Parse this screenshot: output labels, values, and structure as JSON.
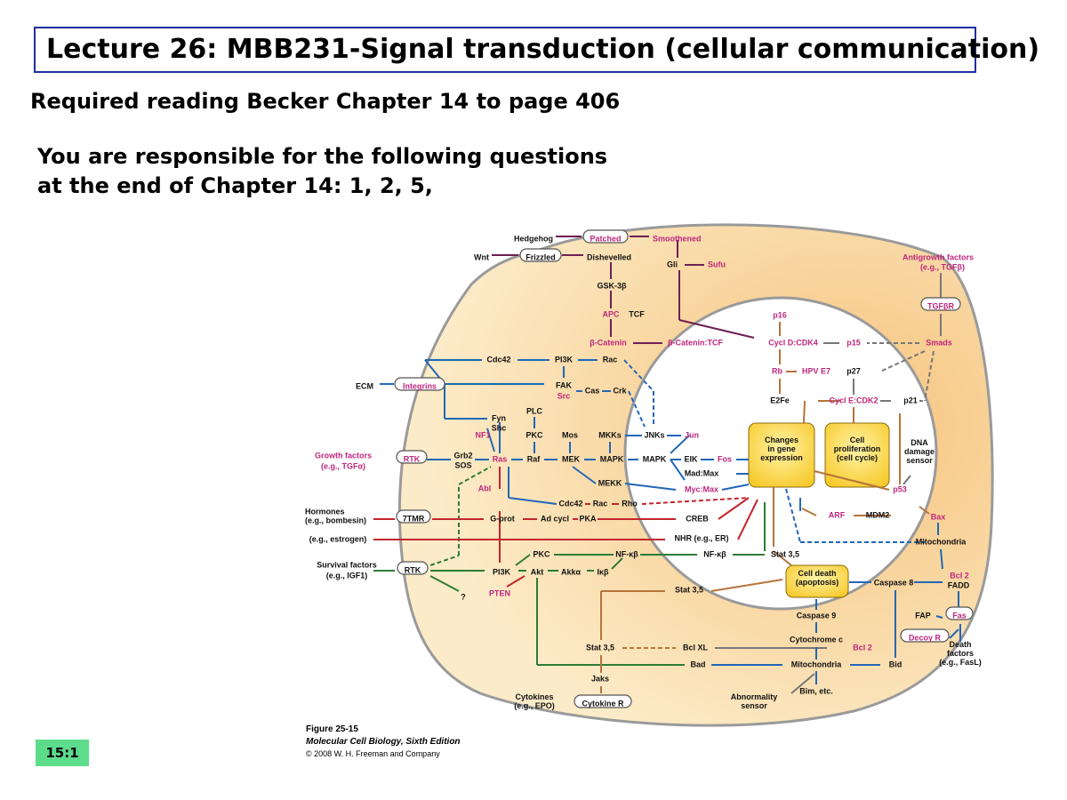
{
  "slide": {
    "title": "Lecture 26: MBB231-Signal transduction (cellular communication)",
    "reading": "Required reading Becker Chapter 14 to page 406",
    "responsible_line1": "You are responsible for the following questions",
    "responsible_line2": "at the end of Chapter 14: 1, 2, 5,",
    "slide_number": "15:1"
  },
  "figure": {
    "caption_title": "Figure 25-15",
    "caption_book": "Molecular Cell Biology, Sixth Edition",
    "caption_copyright": "© 2008 W. H. Freeman and Company",
    "colors": {
      "cell_fill": "#fbe7bf",
      "nucleus_fill": "#ffffff",
      "blue": "#2267b7",
      "red": "#c4262e",
      "green": "#2d7d34",
      "purple": "#6e1f54",
      "brown": "#b5743a",
      "magenta": "#c0267e",
      "yellow_box": "#ffd845"
    },
    "labels": {
      "hedgehog": "Hedgehog",
      "patched": "Patched",
      "smoothened": "Smoothened",
      "wnt": "Wnt",
      "frizzled": "Frizzled",
      "dishevelled": "Dishevelled",
      "gli": "Gli",
      "sufu": "Sufu",
      "gsk3b": "GSK-3β",
      "apc": "APC",
      "tcf": "TCF",
      "b_catenin": "β-Catenin",
      "b_catenin_tcf": "β-Catenin:TCF",
      "antigrowth": "Antigrowth factors",
      "antigrowth_eg": "(e.g., TGFβ)",
      "tgfbr": "TGFβR",
      "smads": "Smads",
      "p16": "p16",
      "cycd": "Cycl D:CDK4",
      "p15": "p15",
      "rb": "Rb",
      "hpv": "HPV E7",
      "p27": "p27",
      "e2fe": "E2Fe",
      "cyce": "Cycl E:CDK2",
      "p21": "p21",
      "ecm": "ECM",
      "integrins": "Integrins",
      "cdc42_top": "Cdc42",
      "pi3k_top": "PI3K",
      "rac_top": "Rac",
      "fak": "FAK",
      "src": "Src",
      "cas": "Cas",
      "crk": "Crk",
      "fyn": "Fyn",
      "shc": "Shc",
      "nf1": "NF1",
      "plc": "PLC",
      "pkc_mid": "PKC",
      "mos": "Mos",
      "mkks": "MKKs",
      "jnks": "JNKs",
      "jun": "Jun",
      "growth": "Growth factors",
      "growth_eg": "(e.g., TGFα)",
      "rtk": "RTK",
      "grb2": "Grb2",
      "sos": "SOS",
      "ras": "Ras",
      "raf": "Raf",
      "mek": "MEK",
      "mapk1": "MAPK",
      "mapk2": "MAPK",
      "eik": "EIK",
      "fos": "Fos",
      "madmax": "Mad:Max",
      "mycmax": "Myc:Max",
      "mekk": "MEKK",
      "abl": "Abl",
      "changes": "Changes\nin gene\nexpression",
      "prolif": "Cell\nproliferation\n(cell cycle)",
      "dna_sensor": "DNA\ndamage\nsensor",
      "p53": "p53",
      "cdc42_low": "Cdc42",
      "rac_low": "Rac",
      "rho": "Rho",
      "hormones": "Hormones",
      "hormones_eg": "(e.g., bombesin)",
      "tmr": "7TMR",
      "gprot": "G-prot",
      "adcycl": "Ad cycl",
      "pka": "PKA",
      "creb": "CREB",
      "arf": "ARF",
      "mdm2": "MDM2",
      "bax": "Bax",
      "estrogen": "(e.g., estrogen)",
      "nhr": "NHR (e.g., ER)",
      "mito_right": "Mitochondria",
      "survival": "Survival factors",
      "survival_eg": "(e.g., IGF1)",
      "rtk2": "RTK",
      "pkc_low": "PKC",
      "nfkb1": "NF-κβ",
      "nfkb2": "NF-κβ",
      "stat35_1": "Stat 3,5",
      "pi3k_low": "PI3K",
      "akt": "Akt",
      "akka": "Akkα",
      "ikb": "Iκβ",
      "qmark": "?",
      "pten": "PTEN",
      "stat35_2": "Stat 3,5",
      "death": "Cell death\n(apoptosis)",
      "casp8": "Caspase 8",
      "bcl2_top": "Bcl 2",
      "fadd": "FADD",
      "casp9": "Caspase 9",
      "fap": "FAP",
      "fas": "Fas",
      "cytc": "Cytochrome c",
      "decoy": "Decoy R",
      "stat35_3": "Stat 3,5",
      "bclxl": "Bcl XL",
      "bcl2_low": "Bcl 2",
      "bad": "Bad",
      "mito_low": "Mitochondria",
      "bid": "Bid",
      "death_factors": "Death\nfactors\n(e.g., FasL)",
      "jaks": "Jaks",
      "abnormality": "Abnormality\nsensor",
      "bim": "Bim, etc.",
      "cytokines": "Cytokines\n(e.g., EPO)",
      "cytokine_r": "Cytokine R"
    }
  }
}
